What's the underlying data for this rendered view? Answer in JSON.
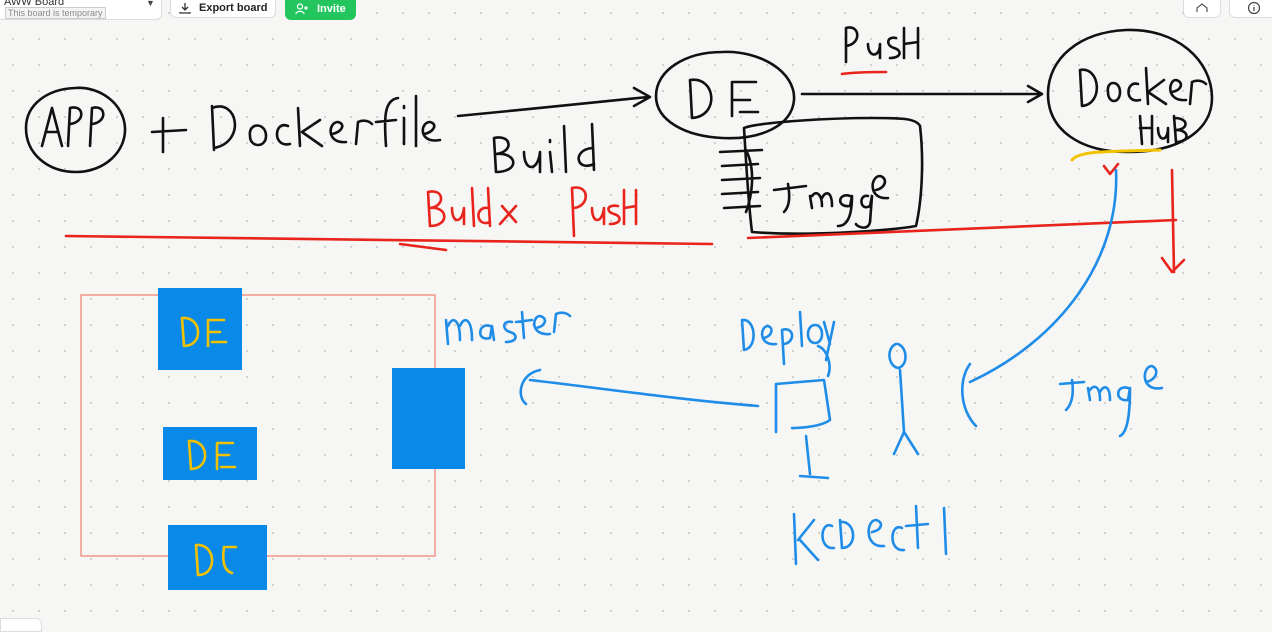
{
  "toolbar": {
    "board_title": "AWW Board",
    "board_note": "This board is temporary",
    "export_label": "Export board",
    "invite_label": "Invite"
  },
  "icons": {
    "dropdown": "chevron-down-icon",
    "export": "download-icon",
    "invite": "add-user-icon",
    "share": "share-icon",
    "info": "info-icon"
  },
  "colors": {
    "ink_black": "#111111",
    "ink_red": "#e8241c",
    "ink_blue": "#1f8de8",
    "ink_yellow": "#f2c200",
    "box_blue": "#0a8ae8",
    "accent_green": "#22c55e"
  }
}
